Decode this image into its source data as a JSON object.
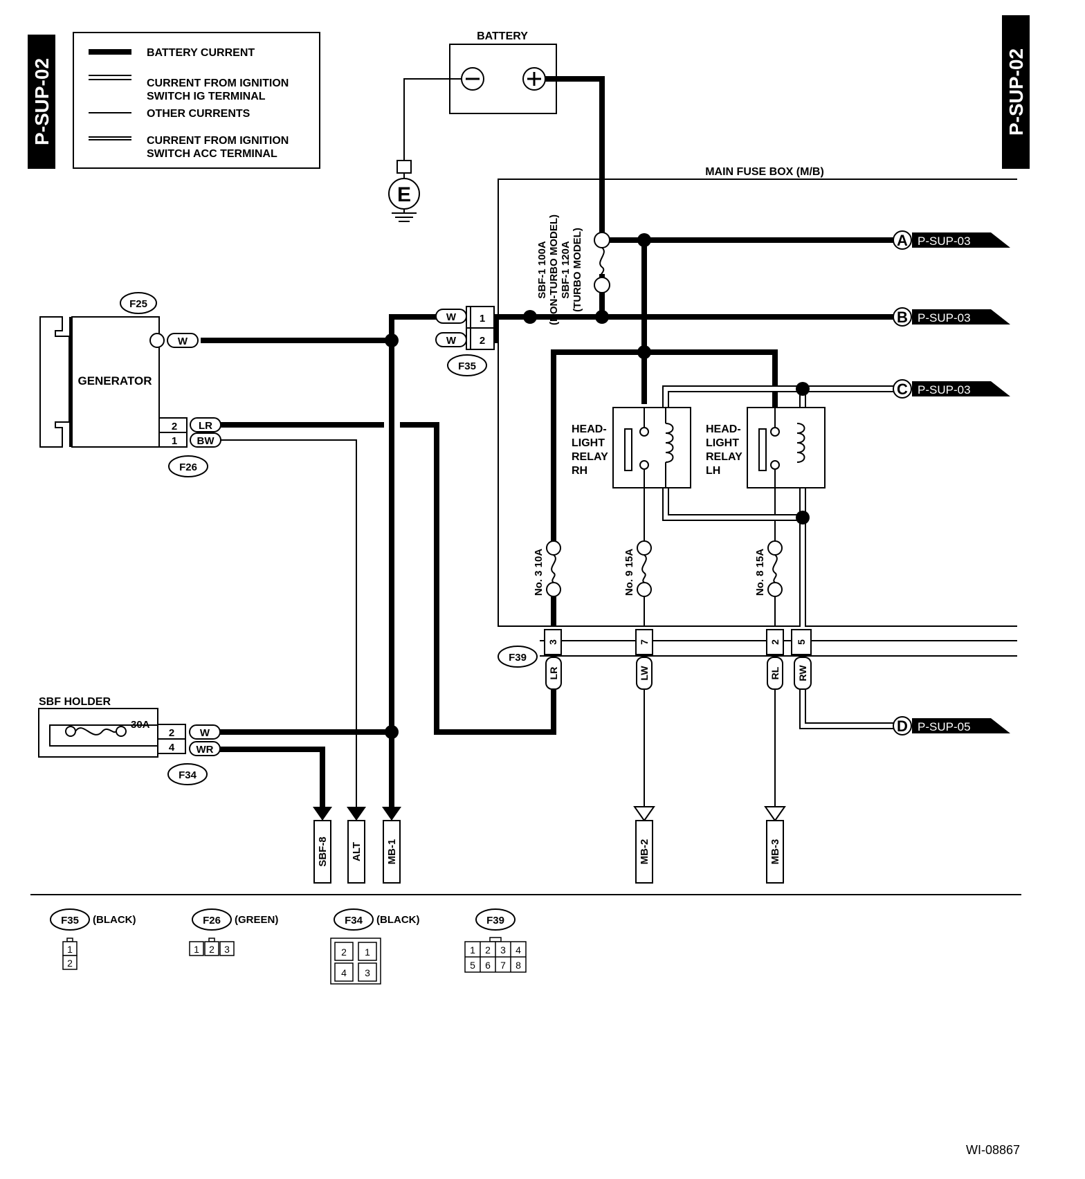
{
  "page_code": "P-SUP-02",
  "figure_id": "WI-08867",
  "legend": {
    "battery_current": "BATTERY CURRENT",
    "ig_line1": "CURRENT FROM IGNITION",
    "ig_line2": "SWITCH IG TERMINAL",
    "other_currents": "OTHER CURRENTS",
    "acc_line1": "CURRENT FROM IGNITION",
    "acc_line2": "SWITCH ACC TERMINAL"
  },
  "battery": {
    "label": "BATTERY",
    "neg": "−",
    "pos": "+"
  },
  "ground": {
    "label": "E"
  },
  "main_fuse_box": {
    "label": "MAIN FUSE BOX (M/B)"
  },
  "sbf1": {
    "line1": "SBF-1 100A",
    "line2": "(NON-TURBO MODEL)",
    "line3": "SBF-1 120A",
    "line4": "(TURBO MODEL)"
  },
  "generator": {
    "label": "GENERATOR",
    "conn_f25": "F25",
    "conn_f26": "F26",
    "pin2": "2",
    "pin1": "1",
    "wire_w": "W",
    "wire_lr": "LR",
    "wire_bw": "BW"
  },
  "f35": {
    "label": "F35",
    "pin1": "1",
    "pin2": "2",
    "wire1": "W",
    "wire2": "W"
  },
  "relays": {
    "rh": {
      "line1": "HEAD-",
      "line2": "LIGHT",
      "line3": "RELAY",
      "line4": "RH"
    },
    "lh": {
      "line1": "HEAD-",
      "line2": "LIGHT",
      "line3": "RELAY",
      "line4": "LH"
    }
  },
  "fuses": {
    "no3": "No. 3 10A",
    "no9": "No. 9 15A",
    "no8": "No. 8 15A"
  },
  "f39": {
    "label": "F39",
    "pin3": "3",
    "pin7": "7",
    "pin2": "2",
    "pin5": "5",
    "wire_lr": "LR",
    "wire_lw": "LW",
    "wire_rl": "RL",
    "wire_rw": "RW"
  },
  "sbf_holder": {
    "label": "SBF HOLDER",
    "rating": "30A",
    "conn": "F34",
    "pin2": "2",
    "pin4": "4",
    "wire_w": "W",
    "wire_wr": "WR"
  },
  "refs": {
    "A": {
      "letter": "A",
      "target": "P-SUP-03"
    },
    "B": {
      "letter": "B",
      "target": "P-SUP-03"
    },
    "C": {
      "letter": "C",
      "target": "P-SUP-03"
    },
    "D": {
      "letter": "D",
      "target": "P-SUP-05"
    }
  },
  "destinations": {
    "sbf8": "SBF-8",
    "alt": "ALT",
    "mb1": "MB-1",
    "mb2": "MB-2",
    "mb3": "MB-3"
  },
  "connector_legend": {
    "f35": {
      "name": "F35",
      "color": "(BLACK)",
      "pins": [
        "1",
        "2"
      ]
    },
    "f26": {
      "name": "F26",
      "color": "(GREEN)",
      "pins": [
        "1",
        "2",
        "3"
      ]
    },
    "f34": {
      "name": "F34",
      "color": "(BLACK)",
      "pins": [
        "2",
        "1",
        "4",
        "3"
      ]
    },
    "f39": {
      "name": "F39",
      "pins": [
        "1",
        "2",
        "3",
        "4",
        "5",
        "6",
        "7",
        "8"
      ]
    }
  }
}
